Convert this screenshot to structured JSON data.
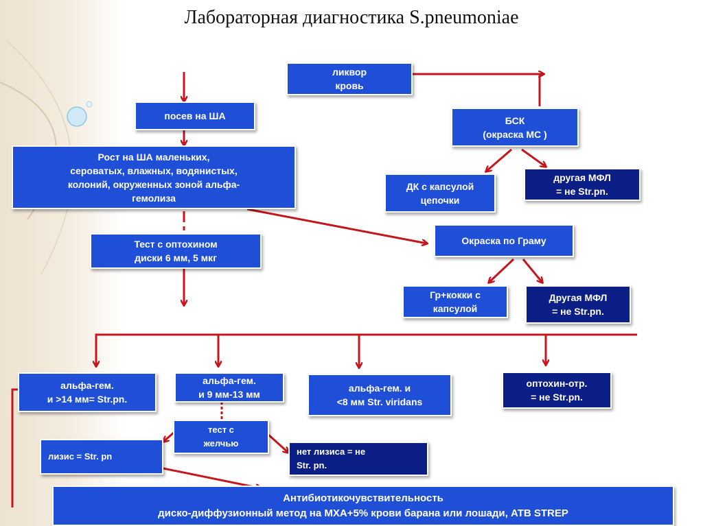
{
  "title": "Лабораторная диагностика S.pneumoniae",
  "colors": {
    "box": "#1f4fd6",
    "box_dark": "#0c1f86",
    "arrow": "#c4161c"
  },
  "nodes": {
    "specimen": "ликвор\nкровь",
    "culture": "посев на ША",
    "growth": "Рост на ША  маленьких,\nсероватых, влажных, водянистых,\nколоний, окруженных зоной альфа-\nгемолиза",
    "bsk": "БСК\n(окраска МС )",
    "dk": "ДК с капсулой\nцепочки",
    "other_mfl_1": "другая МФЛ\n= не Str.pn.",
    "gram": "Окраска по Граму",
    "optochin_test": "Тест с оптохином\nдиски 6 мм, 5 мкг",
    "gram_cocci": "Гр+кокки с\nкапсулой",
    "other_mfl_2": "Другая МФЛ\n= не Str.pn.",
    "alpha_14": "альфа-гем.\nи >14 мм= Str.pn.",
    "alpha_9_13": "альфа-гем.\nи 9 мм-13 мм",
    "alpha_8": "альфа-гем. и\n<8 мм Str. viridans",
    "optochin_res": "оптохин-отр.\n= не Str.pn.",
    "bile_test": "тест с\nжелчью",
    "lysis": "лизис = Str. pn",
    "no_lysis": "нет лизиса = не\nStr. pn.",
    "abx": "Антибиотикочувствительность\nдиско-диффузионный метод на МХА+5% крови барана или лошади, ATB STREP"
  }
}
